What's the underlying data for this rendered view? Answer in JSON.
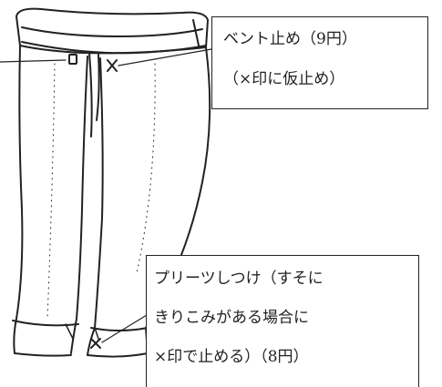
{
  "callouts": {
    "vent": {
      "lines": [
        "ベント止め（9円）",
        "（×印に仮止め）"
      ]
    },
    "pleat": {
      "lines": [
        "プリーツしつけ（すそに",
        "きりこみがある場合に",
        "×印で止める）（8円）"
      ]
    }
  },
  "colors": {
    "ink": "#222222",
    "background": "#ffffff"
  }
}
